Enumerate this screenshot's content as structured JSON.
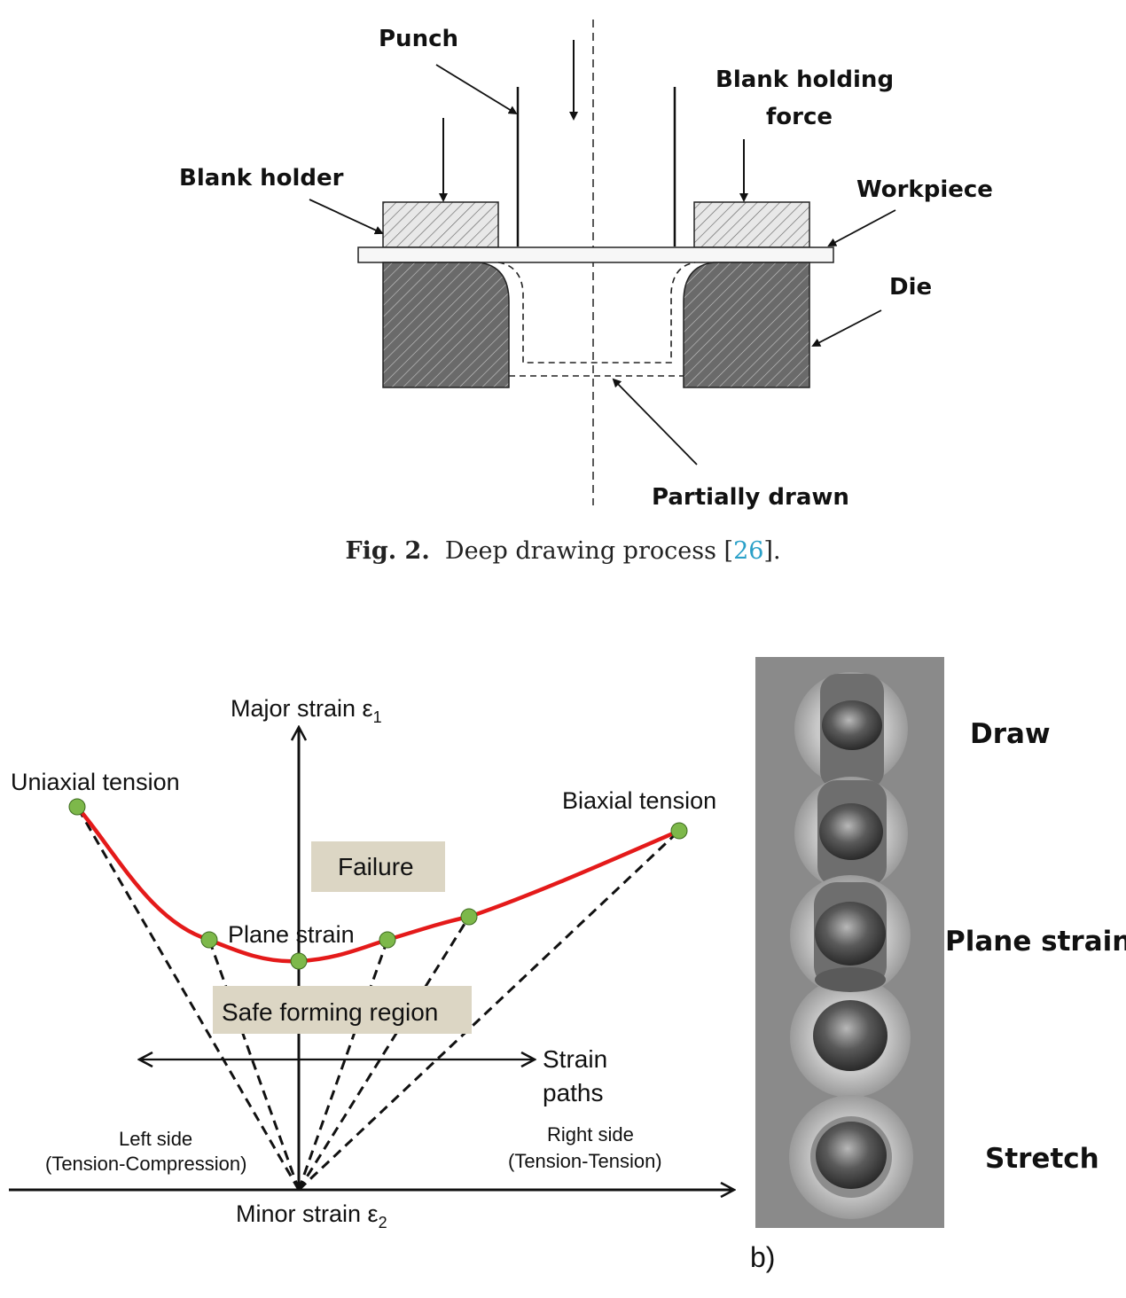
{
  "fig2": {
    "labels": {
      "punch": "Punch",
      "blank_holding_force_1": "Blank holding",
      "blank_holding_force_2": "force",
      "blank_holder": "Blank holder",
      "workpiece": "Workpiece",
      "die": "Die",
      "partially_drawn": "Partially drawn"
    },
    "caption": {
      "prefix": "Fig. 2.",
      "text": "Deep drawing process [",
      "ref": "26",
      "suffix": "]."
    }
  },
  "flc": {
    "labels": {
      "major_strain": "Major strain ε",
      "major_sub": "1",
      "minor_strain": "Minor strain ε",
      "minor_sub": "2",
      "uniaxial": "Uniaxial tension",
      "biaxial": "Biaxial tension",
      "plane_strain": "Plane strain",
      "failure": "Failure",
      "safe_region": "Safe forming region",
      "strain_paths_1": "Strain",
      "strain_paths_2": "paths",
      "left_side_1": "Left side",
      "left_side_2": "(Tension-Compression)",
      "right_side_1": "Right side",
      "right_side_2": "(Tension-Tension)"
    },
    "colors": {
      "curve": "#e41a1a",
      "point": "#7db84a",
      "box": "#dcd6c4"
    }
  },
  "photo": {
    "labels": {
      "draw": "Draw",
      "plane_strain": "Plane strain",
      "stretch": "Stretch"
    },
    "panel_label": "b)"
  }
}
